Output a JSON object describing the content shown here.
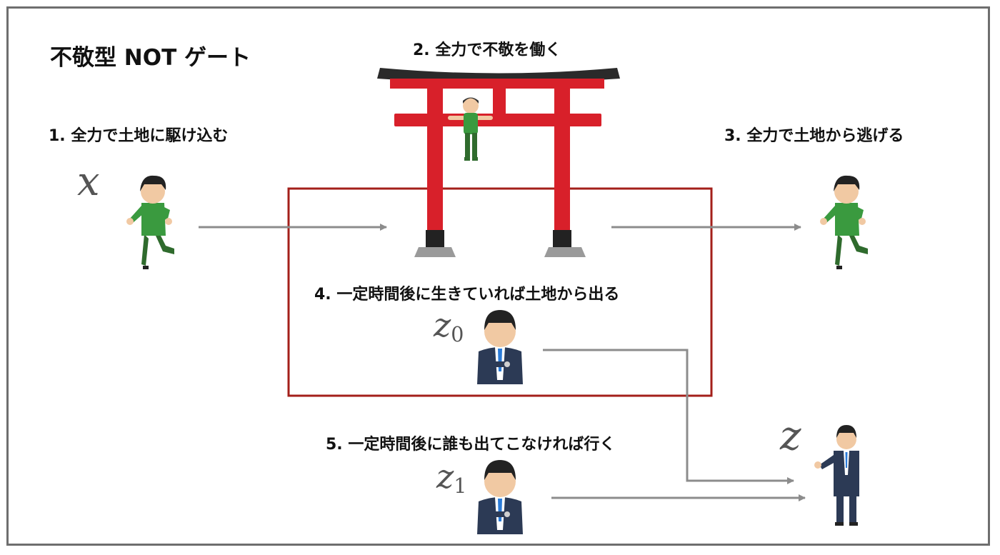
{
  "title": "不敬型 NOT ゲート",
  "steps": {
    "step1": "1. 全力で土地に駆け込む",
    "step2": "2. 全力で不敬を働く",
    "step3": "3. 全力で土地から逃げる",
    "step4": "4. 一定時間後に生きていれば土地から出る",
    "step5": "5. 一定時間後に誰も出てこなければ行く"
  },
  "variables": {
    "x": "x",
    "z0_base": "z",
    "z0_sub": "0",
    "z1_base": "z",
    "z1_sub": "1",
    "z": "z"
  },
  "colors": {
    "torii": "#d8202a",
    "highlight_box": "#a31f1a",
    "arrow": "#8c8c8c",
    "runner_shirt": "#3a9a3f",
    "suit": "#2c3a55"
  }
}
